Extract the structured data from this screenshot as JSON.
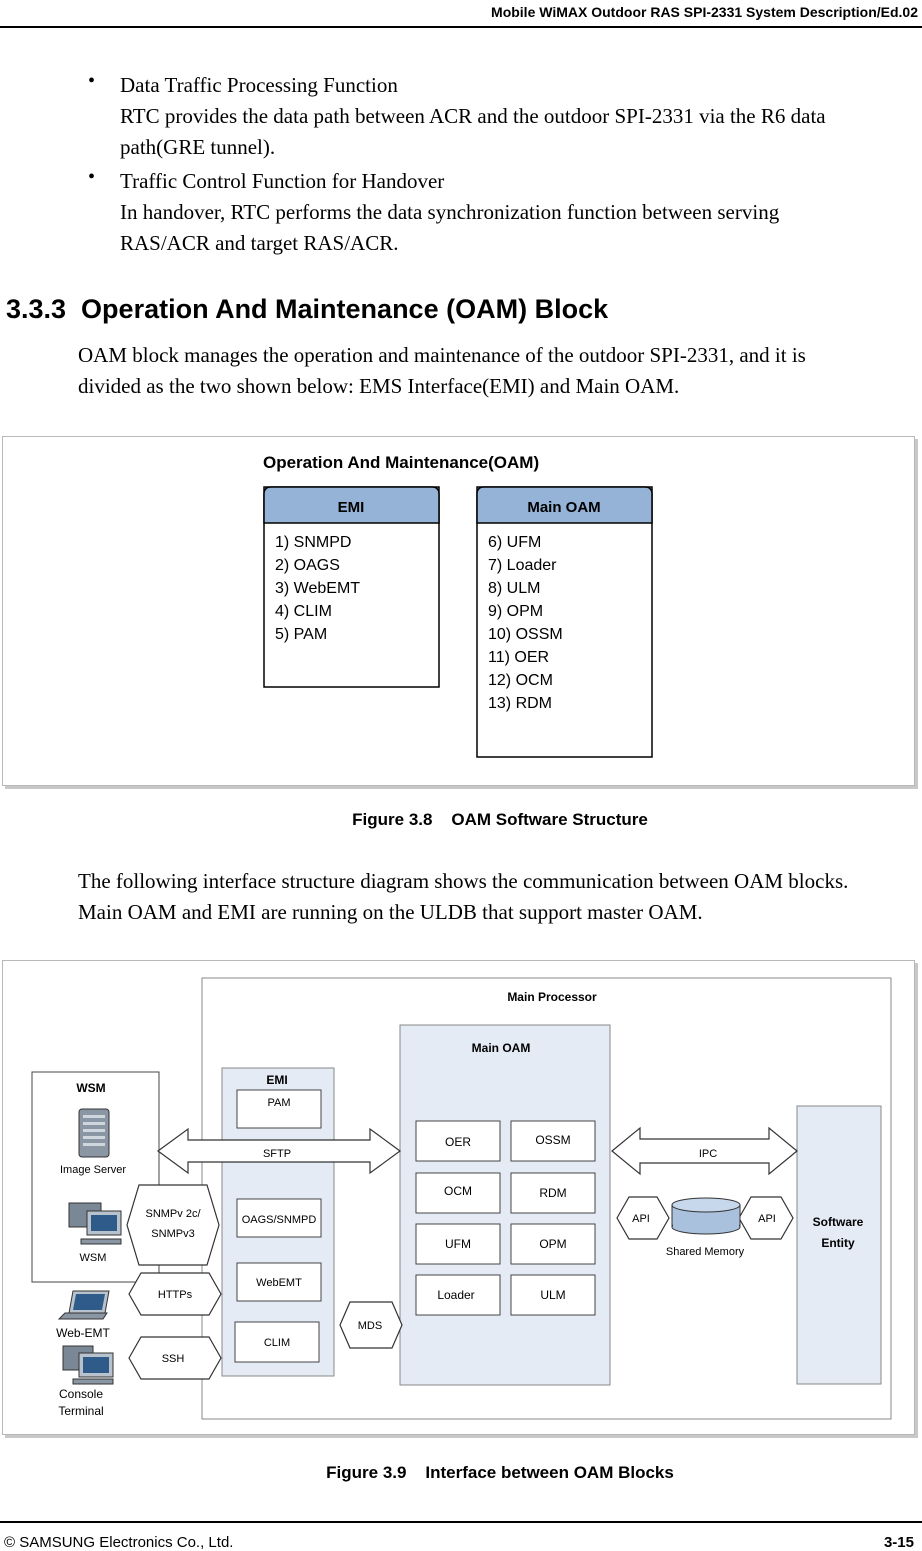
{
  "header": {
    "title": "Mobile WiMAX Outdoor RAS SPI-2331 System Description/Ed.02"
  },
  "bullets": [
    {
      "title": "Data Traffic Processing Function",
      "lines": [
        "RTC provides the data path between ACR and the outdoor SPI-2331 via the R6 data",
        "path(GRE tunnel)."
      ]
    },
    {
      "title": "Traffic Control Function for Handover",
      "lines": [
        "In handover, RTC performs the data synchronization function between serving",
        "RAS/ACR and target RAS/ACR."
      ]
    }
  ],
  "bullet_symbol": "•",
  "section": {
    "heading": "3.3.3  Operation And Maintenance (OAM) Block",
    "intro": [
      "OAM block manages the operation and maintenance of the outdoor SPI-2331, and it is",
      "divided as the two shown below: EMS Interface(EMI) and Main OAM."
    ]
  },
  "fig38": {
    "title": "Operation And Maintenance(OAM)",
    "emi": {
      "header": "EMI",
      "items": [
        "1) SNMPD",
        "2) OAGS",
        "3) WebEMT",
        "4) CLIM",
        "5) PAM"
      ]
    },
    "main_oam": {
      "header": "Main OAM",
      "items": [
        "6) UFM",
        "7) Loader",
        "8) ULM",
        "9) OPM",
        "10) OSSM",
        "11) OER",
        "12) OCM",
        "13) RDM"
      ]
    },
    "caption": "Figure 3.8    OAM Software Structure"
  },
  "paragraph2": [
    "The following interface structure diagram shows the communication between OAM blocks.",
    "Main OAM and EMI are running on the ULDB that support master OAM."
  ],
  "fig39": {
    "main_processor": "Main Processor",
    "main_oam": "Main OAM",
    "emi": "EMI",
    "wsm_group": "WSM",
    "image_server": "Image Server",
    "wsm": "WSM",
    "web_emt": "Web-EMT",
    "console": "Console",
    "terminal": "Terminal",
    "emi_blocks": [
      "PAM",
      "OAGS/SNMPD",
      "WebEMT",
      "CLIM"
    ],
    "oam_blocks": [
      "OER",
      "OSSM",
      "OCM",
      "RDM",
      "UFM",
      "OPM",
      "Loader",
      "ULM"
    ],
    "arrows": {
      "sftp": "SFTP",
      "snmp1": "SNMPv 2c/",
      "snmp2": "SNMPv3",
      "https": "HTTPs",
      "ssh": "SSH",
      "mds": "MDS",
      "ipc": "IPC",
      "api_left": "API",
      "api_right": "API"
    },
    "shared_memory": "Shared Memory",
    "software1": "Software",
    "software2": "Entity",
    "caption": "Figure 3.9    Interface between OAM Blocks"
  },
  "footer": {
    "left": "© SAMSUNG Electronics Co., Ltd.",
    "right": "3-15"
  }
}
